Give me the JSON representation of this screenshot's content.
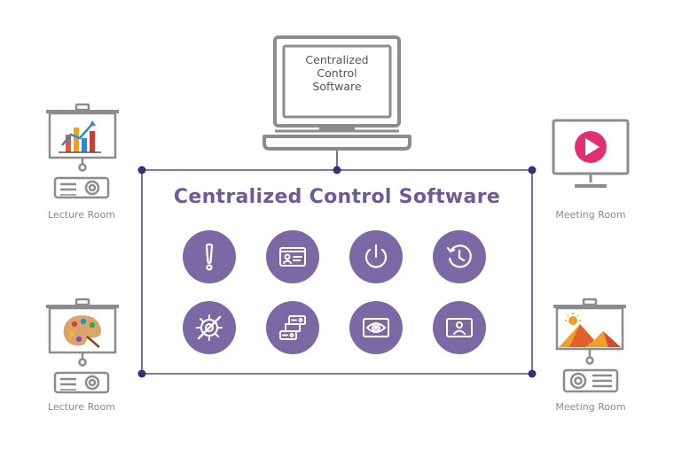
{
  "title": "Centralized Control Software",
  "laptop_screen_lines": [
    "Centralized",
    "Control",
    "Software"
  ],
  "rooms": {
    "top_left": "Lecture Room",
    "bottom_left": "Lecture Room",
    "top_right": "Meeting Room",
    "bottom_right": "Meeting Room"
  },
  "features": [
    {
      "icon": "alert-icon"
    },
    {
      "icon": "id-card-icon"
    },
    {
      "icon": "power-icon"
    },
    {
      "icon": "history-clock-icon"
    },
    {
      "icon": "settings-tools-icon"
    },
    {
      "icon": "network-devices-icon"
    },
    {
      "icon": "eye-icon"
    },
    {
      "icon": "user-screen-icon"
    }
  ],
  "colors": {
    "accent": "#6d5b97",
    "feature_circle": "#7a69a5",
    "line": "#5a4a8a",
    "device_gray": "#8c8c8c"
  }
}
